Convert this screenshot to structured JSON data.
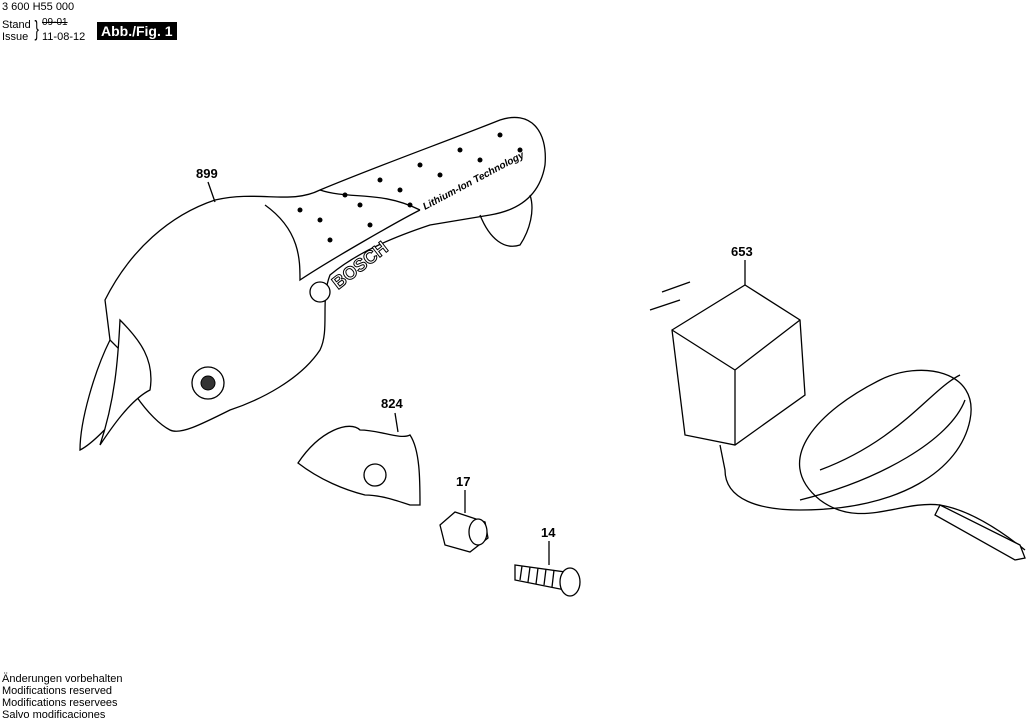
{
  "header": {
    "document_number": "3 600 H55 000",
    "stand_label": "Stand",
    "stand_date": "09-01",
    "issue_label": "Issue",
    "issue_date": "11-08-12",
    "figure_label": "Abb./Fig. 1"
  },
  "parts": [
    {
      "number": "899"
    },
    {
      "number": "653"
    },
    {
      "number": "824"
    },
    {
      "number": "17"
    },
    {
      "number": "14"
    }
  ],
  "tool_markings": {
    "brand": "BOSCH",
    "technology": "Lithium-Ion Technology"
  },
  "footer_notes": [
    "Änderungen vorbehalten",
    "Modifications reserved",
    "Modifications reservees",
    "Salvo modificaciones"
  ]
}
